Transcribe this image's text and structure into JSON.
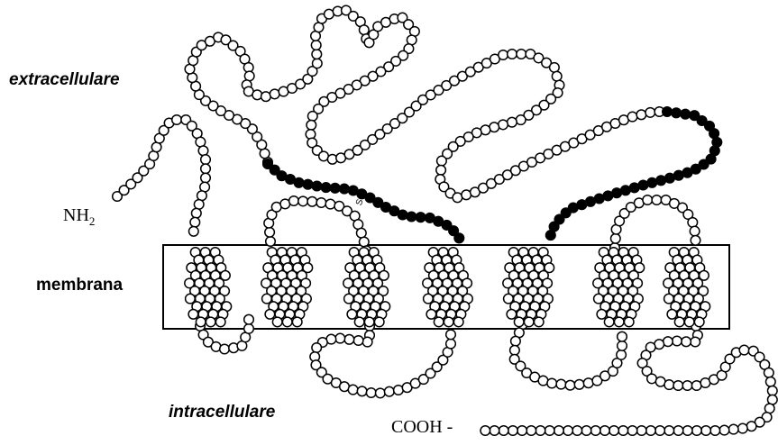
{
  "labels": {
    "extracellular": "extracellulare",
    "membrane": "membrana",
    "intracellular": "intracellulare",
    "n_terminus": "NH",
    "n_terminus_sub": "2",
    "c_terminus": "COOH -",
    "disulfide": "S-S"
  },
  "colors": {
    "residue_fill": "#ffffff",
    "residue_stroke": "#000000",
    "highlighted_residue": "#000000",
    "membrane_outline": "#000000"
  }
}
